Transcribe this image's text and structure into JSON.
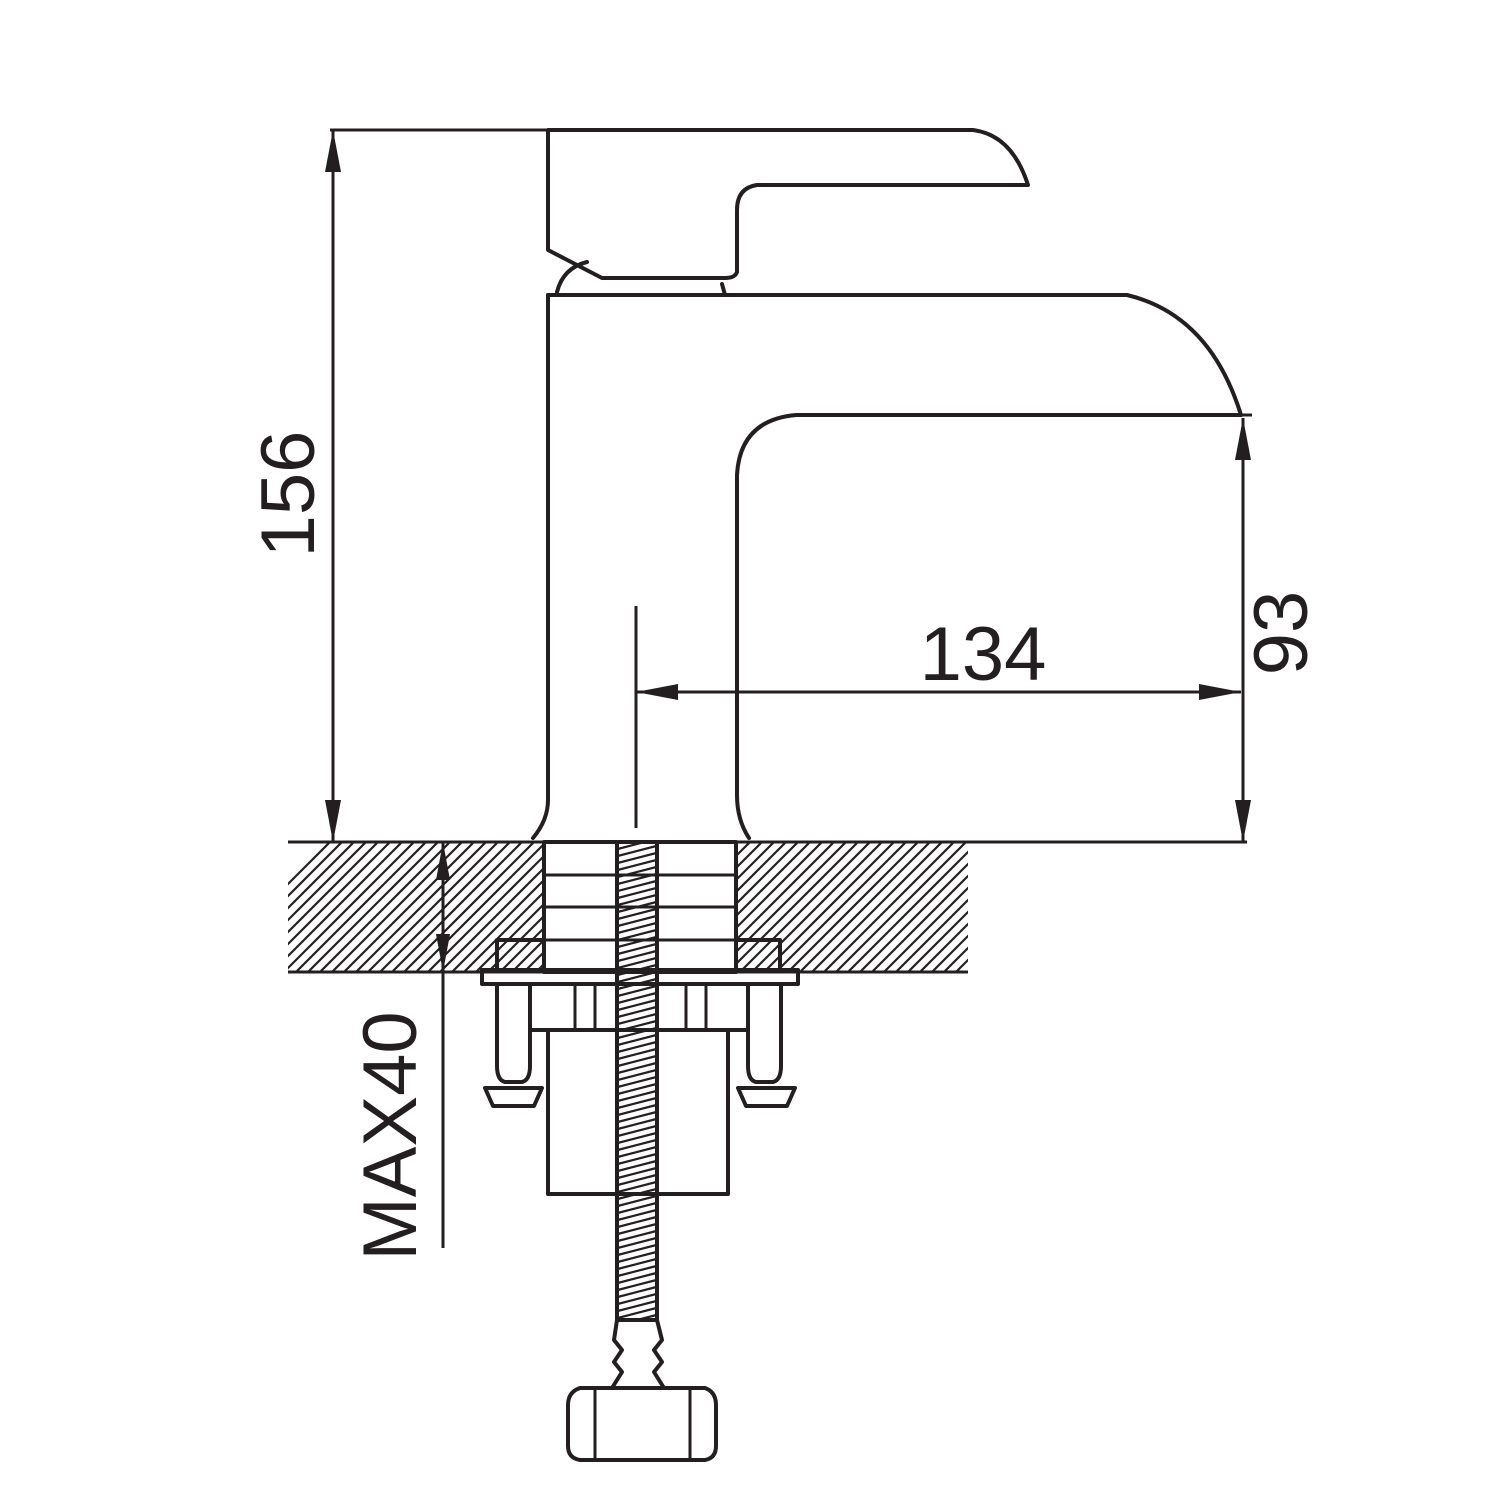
{
  "dimensions": {
    "total_height": "156",
    "spout_height": "93",
    "spout_reach": "134",
    "max_deck_thickness": "MAX40"
  },
  "colors": {
    "line": "#231f20",
    "background": "#ffffff"
  }
}
